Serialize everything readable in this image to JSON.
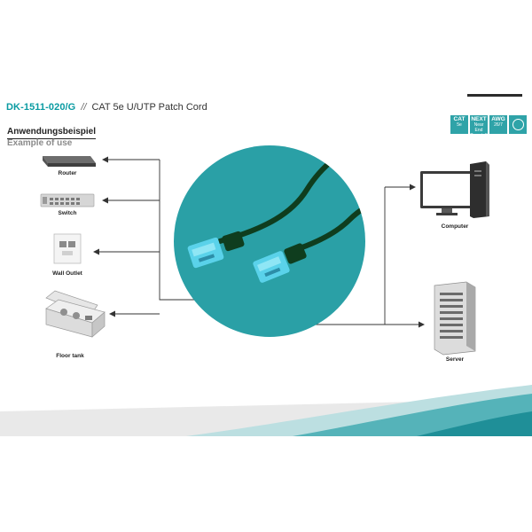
{
  "header": {
    "model": "DK-1511-020/G",
    "separator": "//",
    "product": "CAT 5e U/UTP Patch Cord"
  },
  "badges": [
    {
      "top": "CAT",
      "bottom": "5e"
    },
    {
      "top": "NEXT",
      "bottom": "Near End Crosstalk"
    },
    {
      "top": "AWG",
      "bottom": "26/7"
    },
    {
      "top": "",
      "bottom": ""
    }
  ],
  "section": {
    "title_de": "Anwendungsbeispiel",
    "title_en": "Example of use"
  },
  "devices": {
    "router": "Router",
    "switch": "Switch",
    "wall_outlet": "Wall Outlet",
    "floor_tank": "Floor tank",
    "computer": "Computer",
    "server": "Server"
  },
  "colors": {
    "accent": "#0a9ba2",
    "circle": "#2aa0a6",
    "cable": "#0f3d1e",
    "connector": "#5ad2ea",
    "line": "#333333"
  },
  "icons": {
    "router": "router-icon",
    "switch": "switch-icon",
    "wall_outlet": "wall-outlet-icon",
    "floor_tank": "floor-tank-icon",
    "computer": "computer-icon",
    "server": "server-icon",
    "cable": "patch-cable-image"
  }
}
